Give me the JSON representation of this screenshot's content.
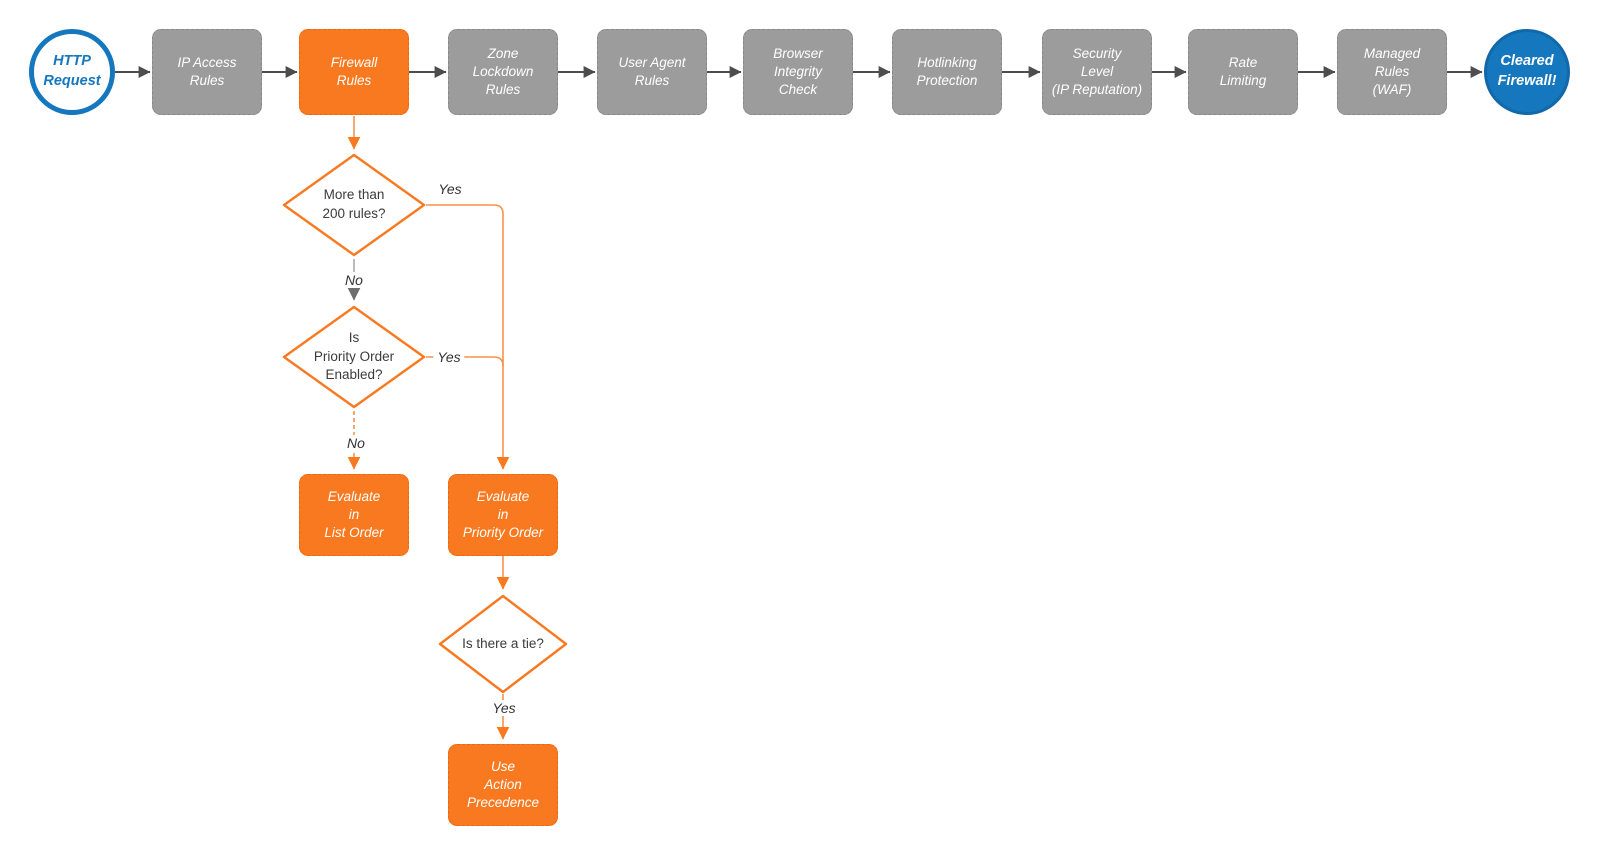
{
  "diagram": {
    "type": "flowchart",
    "nodes": {
      "http_request": {
        "label": "HTTP\nRequest"
      },
      "ip_access_rules": {
        "label": "IP Access\nRules"
      },
      "firewall_rules": {
        "label": "Firewall\nRules"
      },
      "zone_lockdown_rules": {
        "label": "Zone\nLockdown\nRules"
      },
      "user_agent_rules": {
        "label": "User Agent\nRules"
      },
      "browser_integrity_check": {
        "label": "Browser\nIntegrity\nCheck"
      },
      "hotlinking_protection": {
        "label": "Hotlinking\nProtection"
      },
      "security_level": {
        "label": "Security\nLevel\n(IP Reputation)"
      },
      "rate_limiting": {
        "label": "Rate\nLimiting"
      },
      "managed_rules_waf": {
        "label": "Managed\nRules\n(WAF)"
      },
      "cleared_firewall": {
        "label": "Cleared\nFirewall!"
      },
      "decision_more_than_200": {
        "label": "More than\n200 rules?"
      },
      "decision_priority_order": {
        "label": "Is\nPriority Order\nEnabled?"
      },
      "decision_tie": {
        "label": "Is there a tie?"
      },
      "evaluate_list_order": {
        "label": "Evaluate\nin\nList Order"
      },
      "evaluate_priority_order": {
        "label": "Evaluate\nin\nPriority Order"
      },
      "use_action_precedence": {
        "label": "Use\nAction\nPrecedence"
      }
    },
    "edge_labels": {
      "more_than_200_yes": "Yes",
      "more_than_200_no": "No",
      "priority_order_yes": "Yes",
      "priority_order_no": "No",
      "tie_yes": "Yes"
    },
    "colors": {
      "accent_orange": "#f8791f",
      "orange_wire": "#f8924a",
      "node_gray": "#9c9c9c",
      "accent_blue": "#1577bd",
      "connector_dark": "#4d4d4d",
      "connector_gray": "#ababab",
      "text_dark": "#3b3b3b"
    }
  }
}
